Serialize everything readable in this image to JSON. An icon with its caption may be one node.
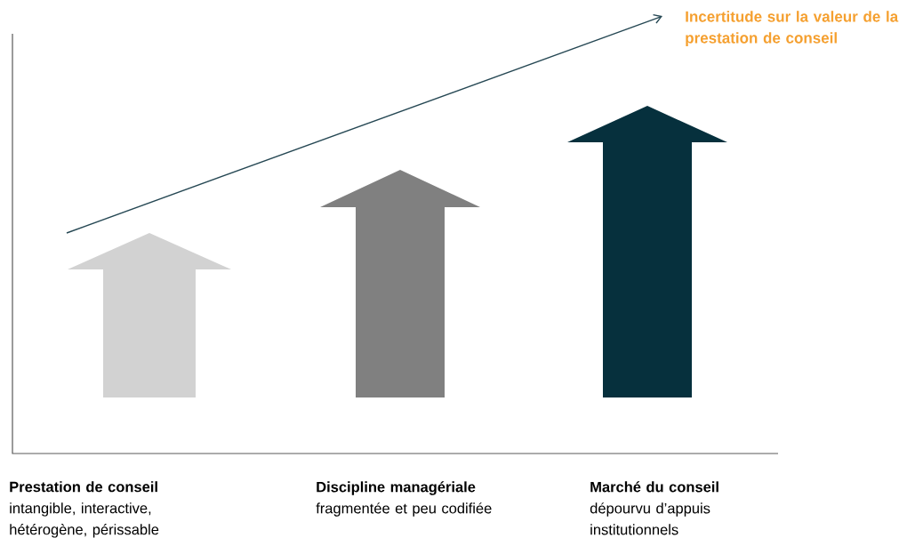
{
  "diagram": {
    "nodes": [
      {
        "text": [],
        "shape": "arrow",
        "beside": [
          "Prestation de conseil",
          "intangible, interactive, hétérogène, périssable"
        ]
      },
      {
        "text": [],
        "shape": "arrow",
        "beside": [
          "Discipline managériale",
          "fragmentée et peu codifiée"
        ]
      },
      {
        "text": [],
        "shape": "arrow",
        "beside": [
          "Marché du conseil",
          "dépourvu d’appuis institutionnels"
        ]
      },
      {
        "text": [
          "Incertitude sur la valeur de la prestation de conseil"
        ]
      }
    ],
    "edges": [
      {
        "from": null,
        "to": 3,
        "arrow": "to"
      }
    ]
  }
}
